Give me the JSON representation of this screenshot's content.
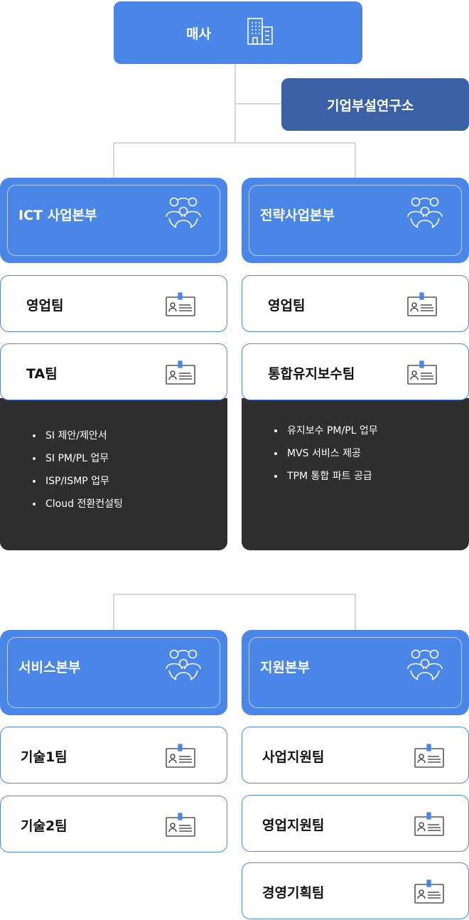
{
  "ceo": {
    "label": "매사",
    "icon": "building-icon"
  },
  "lab": {
    "label": "기업부설연구소"
  },
  "ict": {
    "label": "ICT 사업본부",
    "icon": "group-icon",
    "teams": [
      {
        "label": "영업팀"
      },
      {
        "label": "TA팀"
      }
    ],
    "duties": [
      "SI 제안/제안서",
      "SI PM/PL 업무",
      "ISP/ISMP 업무",
      "Cloud 전환컨설팅"
    ]
  },
  "strategy": {
    "label": "전략사업본부",
    "icon": "group-icon",
    "teams": [
      {
        "label": "영업팀"
      },
      {
        "label": "통합유지보수팀"
      }
    ],
    "duties": [
      "유지보수 PM/PL 업무",
      "MVS 서비스 제공",
      "TPM 통합 파트 공급"
    ]
  },
  "service": {
    "label": "서비스본부",
    "icon": "group-icon",
    "teams": [
      {
        "label": "기술1팀"
      },
      {
        "label": "기술2팀"
      }
    ]
  },
  "support": {
    "label": "지원본부",
    "icon": "group-icon",
    "teams": [
      {
        "label": "사업지원팀"
      },
      {
        "label": "영업지원팀"
      },
      {
        "label": "경영기획팀"
      }
    ]
  },
  "colors": {
    "primary": "#4a86e8",
    "lab": "#3a60a6",
    "dark": "#2e2e2e",
    "line": "#d6d6d6"
  },
  "team_icon": "id-card-icon"
}
